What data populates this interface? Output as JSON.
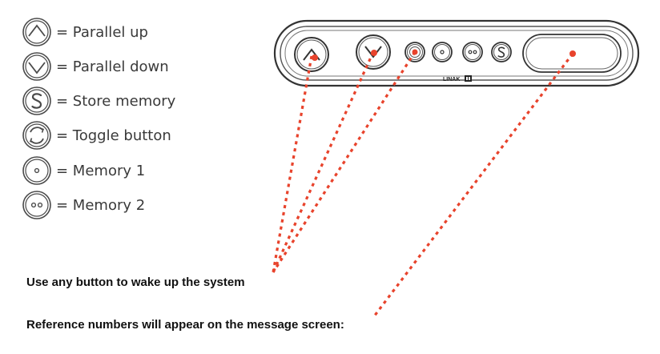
{
  "legend": {
    "items": [
      {
        "icon": "chevron-up-icon",
        "label": "= Parallel up"
      },
      {
        "icon": "chevron-down-icon",
        "label": "= Parallel down"
      },
      {
        "icon": "s-letter-icon",
        "label": "= Store memory"
      },
      {
        "icon": "toggle-icon",
        "label": "= Toggle button"
      },
      {
        "icon": "one-dot-icon",
        "label": "= Memory 1"
      },
      {
        "icon": "two-dots-icon",
        "label": "= Memory 2"
      }
    ]
  },
  "control_panel": {
    "brand": "LINAK"
  },
  "captions": {
    "wake": "Use any button to wake up the system",
    "reference": "Reference numbers will appear on the message screen:"
  },
  "colors": {
    "pointer": "#e8432c",
    "outline": "#3c3c3c"
  }
}
